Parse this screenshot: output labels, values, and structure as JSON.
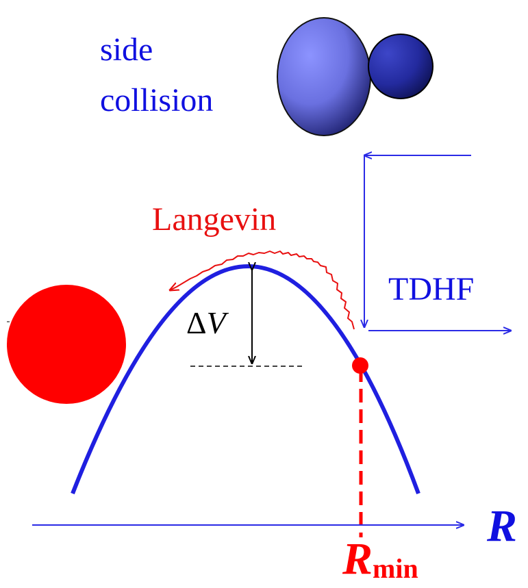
{
  "labels": {
    "side": "side",
    "collision": "collision",
    "langevin": "Langevin",
    "tdhf": "TDHF",
    "delta_v": "ΔV",
    "delta_v_symbol": "Δ",
    "delta_v_var": "V",
    "r_axis": "R",
    "r_min_main": "R",
    "r_min_sub": "min"
  },
  "colors": {
    "blue_text": "#1010e0",
    "curve_blue": "#1f1fe0",
    "arrow_blue": "#2a2ae6",
    "red": "#ff0000",
    "langevin_red": "#e81010",
    "black": "#000000",
    "nucleus_large": "#6f74e8",
    "nucleus_small": "#232a9e"
  }
}
